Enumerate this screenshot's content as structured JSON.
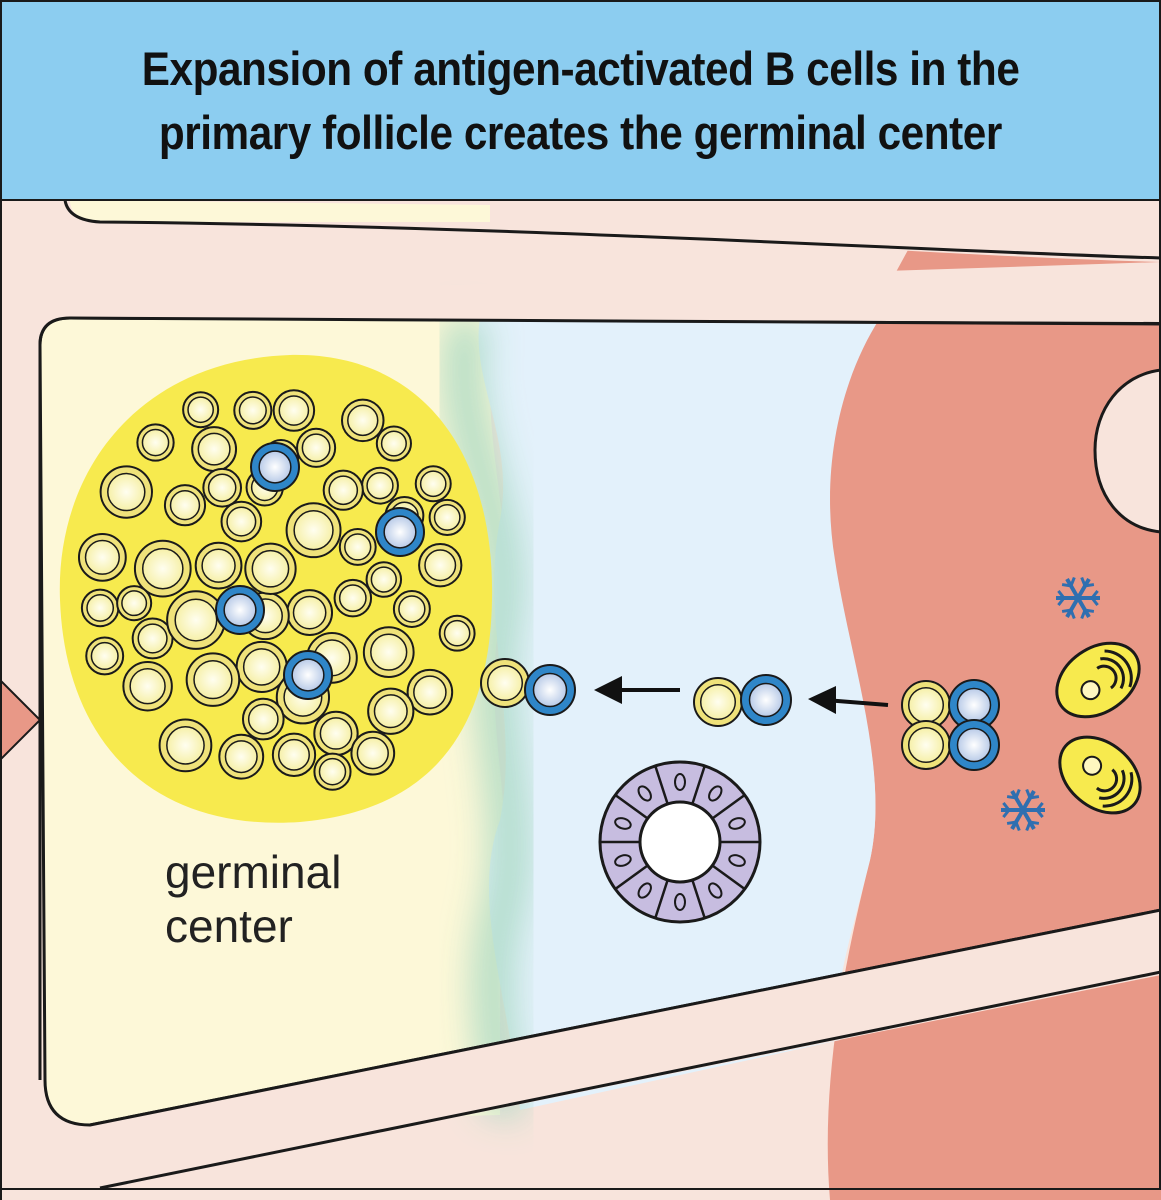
{
  "title": {
    "line1": "Expansion of antigen-activated B cells in the",
    "line2": "primary follicle creates the germinal center"
  },
  "labels": {
    "germinal_center_line1": "germinal",
    "germinal_center_line2": "center"
  },
  "colors": {
    "title_background": "#8ccdf0",
    "follicle_yellow": "#fdf8d8",
    "germinal_center_yellow": "#f7ea4e",
    "b_cell_fill": "#fdf7c8",
    "b_cell_ring": "#e8d84a",
    "t_cell_ring": "#2f86c8",
    "t_zone_blue": "#e3f1fb",
    "medulla_red": "#e89887",
    "capsule_pink": "#f8e4dc",
    "hev_purple": "#c7bde0",
    "boundary_green": "#a9d9c3"
  },
  "icons": [
    "cytokine-snowflake-icon",
    "dendritic-cell-icon",
    "arrow-left-icon"
  ]
}
